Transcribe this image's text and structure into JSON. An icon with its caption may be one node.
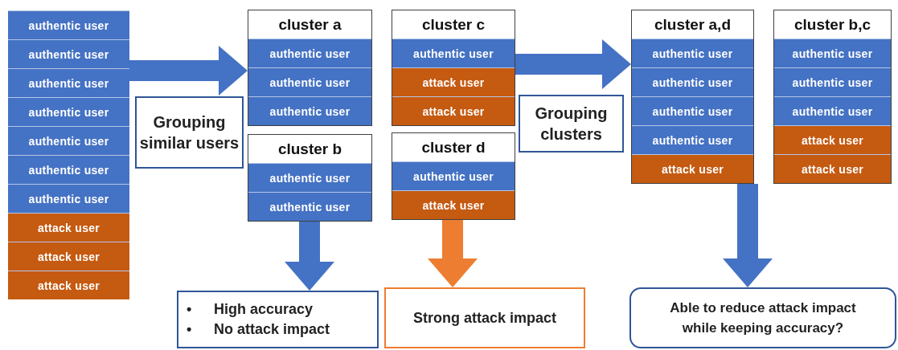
{
  "diagram": {
    "nodes": [
      {
        "text": [],
        "shape": "box"
      },
      {
        "text": [
          "authentic user"
        ],
        "in": 0
      },
      {
        "text": [
          "authentic user"
        ],
        "in": 0
      },
      {
        "text": [
          "authentic user"
        ],
        "in": 0
      },
      {
        "text": [
          "authentic user"
        ],
        "in": 0
      },
      {
        "text": [
          "authentic user"
        ],
        "in": 0
      },
      {
        "text": [
          "authentic user"
        ],
        "in": 0
      },
      {
        "text": [
          "authentic user"
        ],
        "in": 0
      },
      {
        "text": [
          "attack user"
        ],
        "in": 0
      },
      {
        "text": [
          "attack user"
        ],
        "in": 0
      },
      {
        "text": [
          "attack user"
        ],
        "in": 0
      },
      {
        "text": [
          "Grouping similar users"
        ]
      },
      {
        "text": [
          "cluster a"
        ]
      },
      {
        "text": [
          "authentic user"
        ],
        "in": 12
      },
      {
        "text": [
          "authentic user"
        ],
        "in": 12
      },
      {
        "text": [
          "authentic user"
        ],
        "in": 12
      },
      {
        "text": [
          "cluster b"
        ]
      },
      {
        "text": [
          "authentic user"
        ],
        "in": 16
      },
      {
        "text": [
          "authentic user"
        ],
        "in": 16
      },
      {
        "text": [
          "cluster c"
        ]
      },
      {
        "text": [
          "authentic user"
        ],
        "in": 19
      },
      {
        "text": [
          "attack user"
        ],
        "in": 19
      },
      {
        "text": [
          "attack user"
        ],
        "in": 19
      },
      {
        "text": [
          "cluster d"
        ]
      },
      {
        "text": [
          "authentic user"
        ],
        "in": 23
      },
      {
        "text": [
          "attack user"
        ],
        "in": 23
      },
      {
        "text": [
          "Grouping clusters"
        ]
      },
      {
        "text": [
          "cluster a,d"
        ]
      },
      {
        "text": [
          "authentic user"
        ],
        "in": 27
      },
      {
        "text": [
          "authentic user"
        ],
        "in": 27
      },
      {
        "text": [
          "authentic user"
        ],
        "in": 27
      },
      {
        "text": [
          "authentic user"
        ],
        "in": 27
      },
      {
        "text": [
          "attack user"
        ],
        "in": 27
      },
      {
        "text": [
          "cluster b,c"
        ]
      },
      {
        "text": [
          "authentic user"
        ],
        "in": 33
      },
      {
        "text": [
          "authentic user"
        ],
        "in": 33
      },
      {
        "text": [
          "authentic user"
        ],
        "in": 33
      },
      {
        "text": [
          "attack user"
        ],
        "in": 33
      },
      {
        "text": [
          "attack user"
        ],
        "in": 33
      },
      {
        "text": [
          "•",
          "High accuracy",
          "•",
          "No attack impact"
        ]
      },
      {
        "text": [
          "Strong attack impact"
        ]
      },
      {
        "text": [
          "Able to reduce attack impact while keeping accuracy?"
        ]
      }
    ],
    "edges": [
      {
        "from": 0,
        "to": 12,
        "arrow": "to"
      },
      {
        "from": 19,
        "to": 27,
        "arrow": "to"
      },
      {
        "from": 16,
        "to": 39,
        "arrow": "to"
      },
      {
        "from": 23,
        "to": 40,
        "arrow": "to",
        "color": "#ed7d31"
      },
      {
        "from": 27,
        "to": 41,
        "arrow": "to"
      }
    ]
  }
}
